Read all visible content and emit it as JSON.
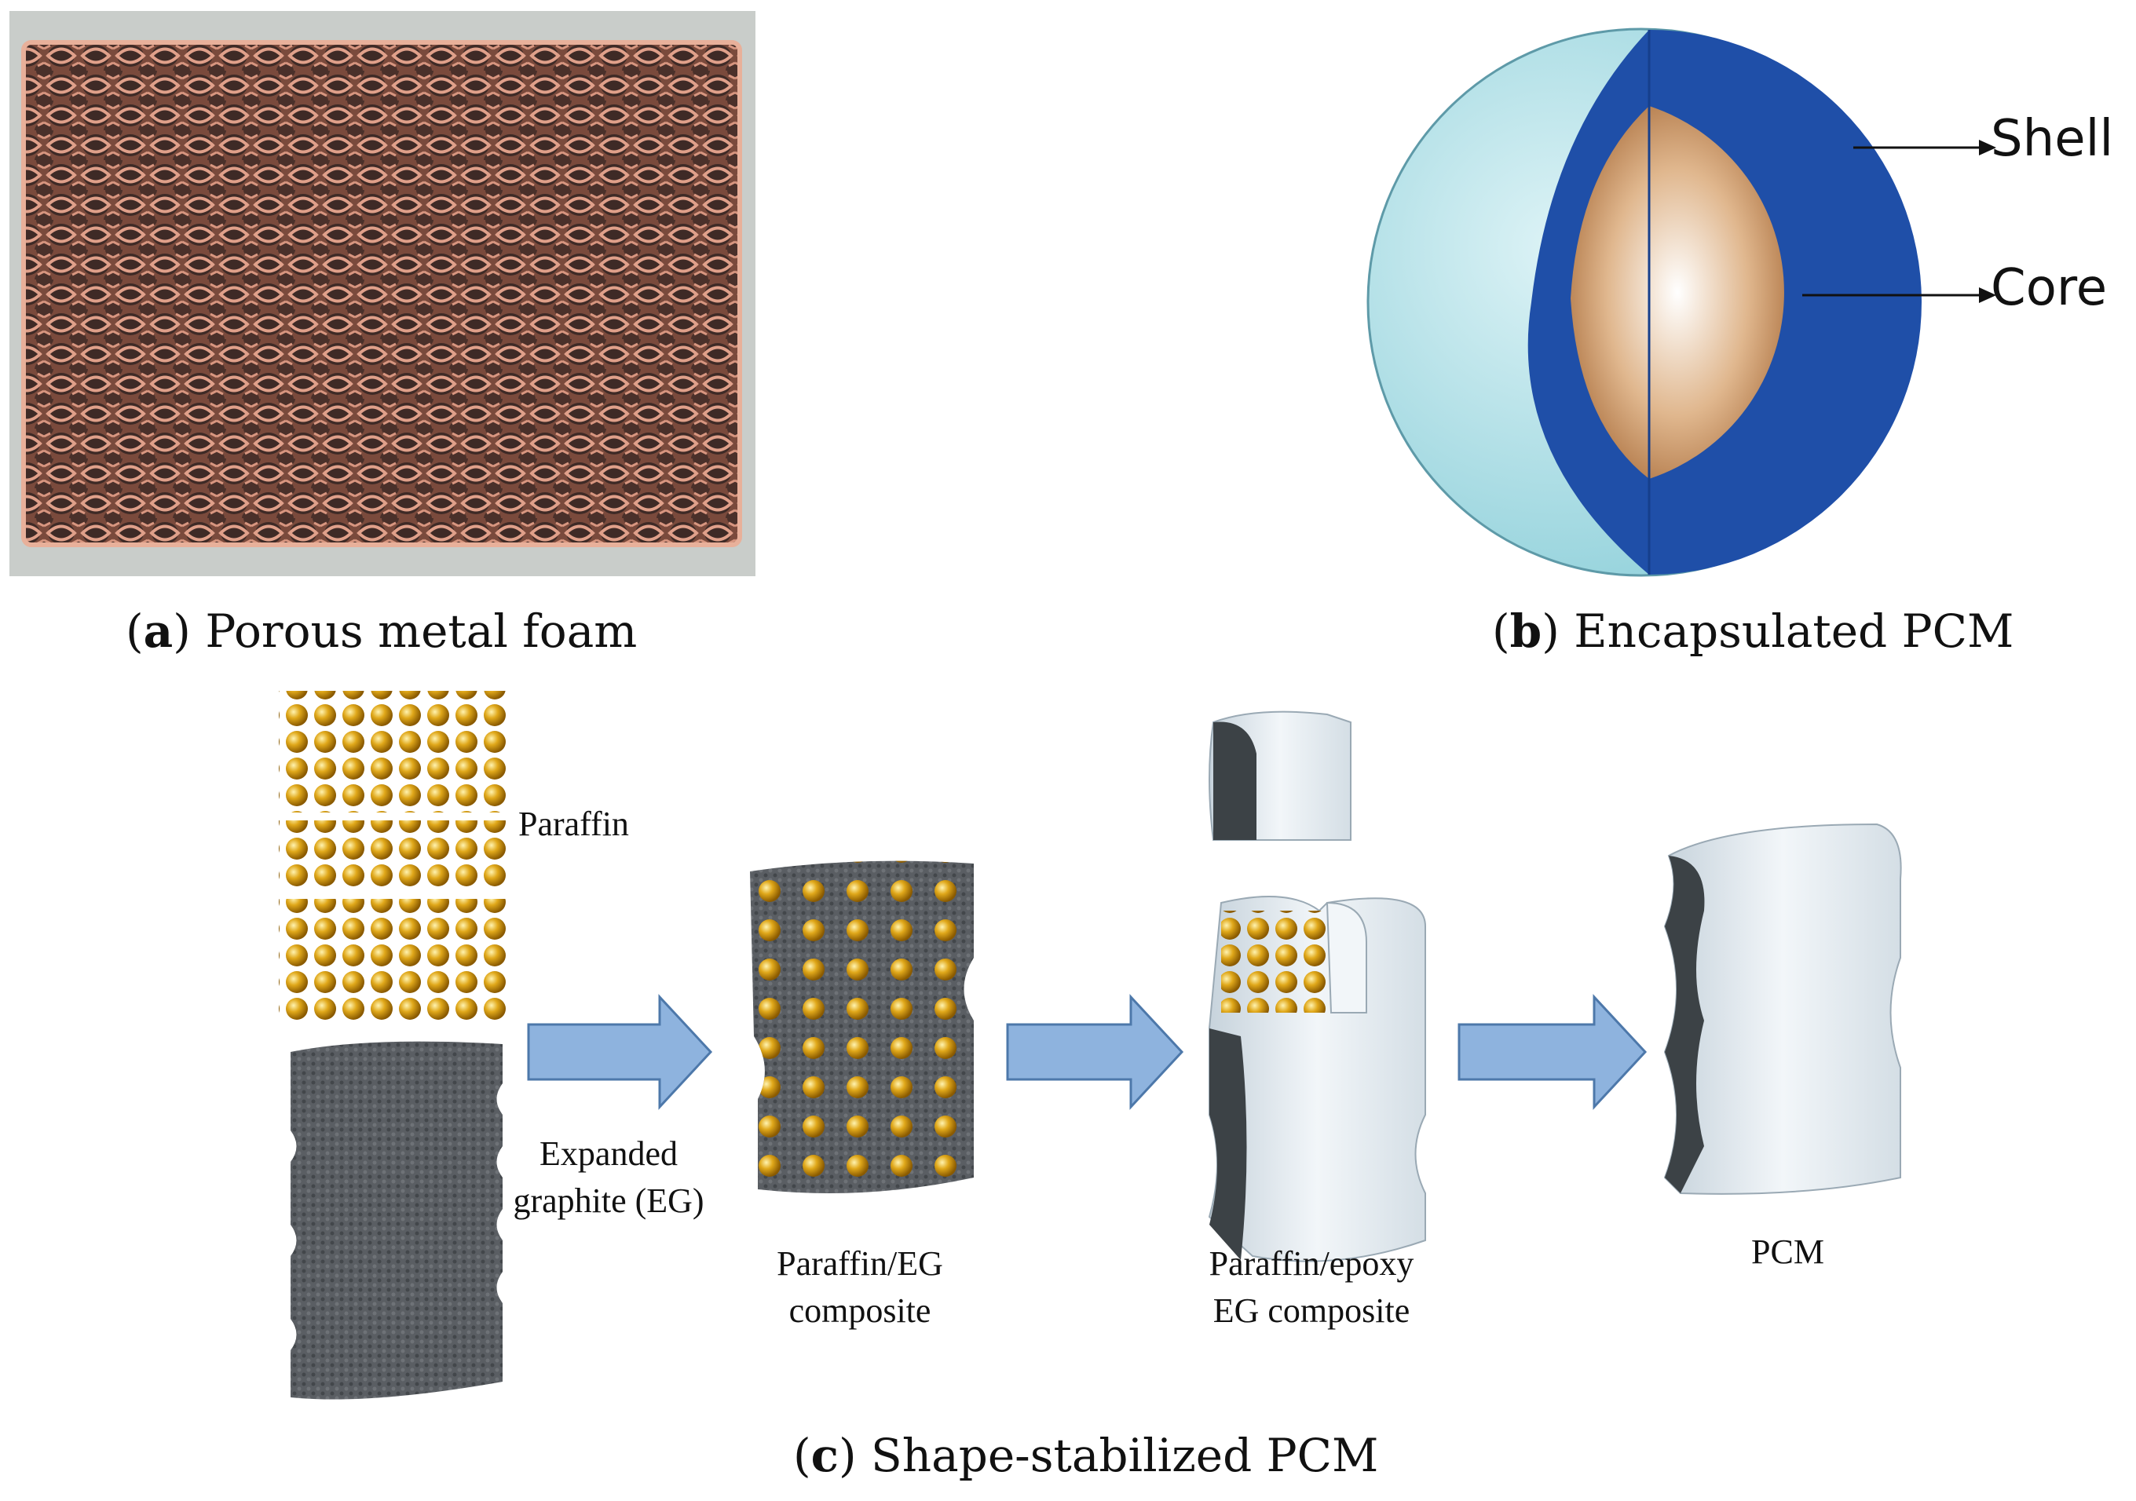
{
  "panel_a": {
    "caption_letter": "a",
    "caption_text": "Porous metal foam"
  },
  "panel_b": {
    "caption_letter": "b",
    "caption_text": "Encapsulated PCM",
    "labels": {
      "shell": "Shell",
      "core": "Core"
    },
    "colors": {
      "shell_outer": "#a9dde5",
      "shell_cut": "#1f4fa8",
      "core": "#c98a52"
    }
  },
  "panel_c": {
    "caption_letter": "c",
    "caption_text": "Shape-stabilized PCM",
    "labels": {
      "paraffin": "Paraffin",
      "eg_line1": "Expanded",
      "eg_line2": "graphite (EG)",
      "composite_line1": "Paraffin/EG",
      "composite_line2": "composite",
      "epoxy_line1": "Paraffin/epoxy",
      "epoxy_line2": "EG composite",
      "pcm": "PCM"
    },
    "colors": {
      "arrow": "#8eb3de",
      "paraffin": "#e0a81a",
      "graphite": "#55595e",
      "block": "#e4ecf2"
    }
  }
}
